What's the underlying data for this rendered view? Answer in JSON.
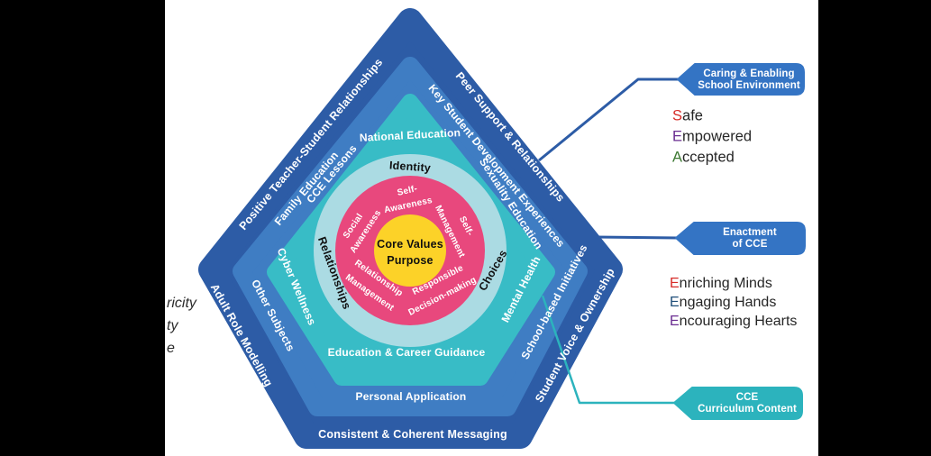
{
  "palette": {
    "outer_blue": "#2d5ca6",
    "mid_blue": "#3f7dc3",
    "teal": "#38bcc6",
    "pale_ring": "#abdbe3",
    "pink": "#e8487d",
    "yellow": "#fcd228",
    "tag_blue": "#3474c4",
    "tag_teal": "#2cb3bd",
    "red_letter": "#d62b27",
    "purple_letter": "#6a2d91",
    "green_letter": "#3e7a33",
    "darkblue_letter": "#1f4e79"
  },
  "diagram": {
    "outer_ring": {
      "labels": {
        "upper_left": "Positive Teacher-Student Relationships",
        "upper_right": "Peer Support & Relationships",
        "left": "Adult Role Modelling",
        "right": "Student Voice & Ownership",
        "bottom": "Consistent & Coherent Messaging"
      }
    },
    "middle_ring": {
      "labels": {
        "upper_left": "CCE Lessons",
        "upper_right": "Key Student Development Experiences",
        "left": "Other Subjects",
        "right": "School-based Initiatives",
        "bottom": "Personal Application"
      }
    },
    "content_ring": {
      "labels": {
        "top": "National Education",
        "upper_left": "Family Education",
        "upper_right": "Sexuality Education",
        "left": "Cyber Wellness",
        "right": "Mental Health",
        "bottom": "Education & Career Guidance"
      }
    },
    "domains_ring": {
      "labels": {
        "top": "Identity",
        "left": "Relationships",
        "right": "Choices"
      }
    },
    "competencies_ring": {
      "self_awareness": {
        "line1": "Self-",
        "line2": "Awareness"
      },
      "self_management": {
        "line1": "Self-",
        "line2": "Management"
      },
      "social_awareness": {
        "line1": "Social",
        "line2": "Awareness"
      },
      "relationship_management": {
        "line1": "Relationship",
        "line2": "Management"
      },
      "responsible_decision_making": {
        "line1": "Responsible",
        "line2": "Decision-making"
      }
    },
    "core": {
      "line1": "Core Values",
      "line2": "Purpose"
    }
  },
  "callouts": {
    "school_environment": {
      "tag_line1": "Caring & Enabling",
      "tag_line2": "School Environment",
      "acrostic": [
        {
          "letter": "S",
          "color": "#d62b27",
          "rest": "afe"
        },
        {
          "letter": "E",
          "color": "#6a2d91",
          "rest": "mpowered"
        },
        {
          "letter": "A",
          "color": "#3e7a33",
          "rest": "ccepted"
        }
      ]
    },
    "enactment": {
      "tag_line1": "Enactment",
      "tag_line2": "of CCE",
      "acrostic": [
        {
          "letter": "E",
          "color": "#d62b27",
          "rest": "nriching Minds"
        },
        {
          "letter": "E",
          "color": "#1f4e79",
          "rest": "ngaging Hands"
        },
        {
          "letter": "E",
          "color": "#6a2d91",
          "rest": "ncouraging Hearts"
        }
      ]
    },
    "curriculum": {
      "tag_line1": "CCE",
      "tag_line2": "Curriculum Content"
    }
  },
  "left_clipped_text": {
    "line1": "ricity",
    "line2": "ty",
    "line3": "e"
  }
}
